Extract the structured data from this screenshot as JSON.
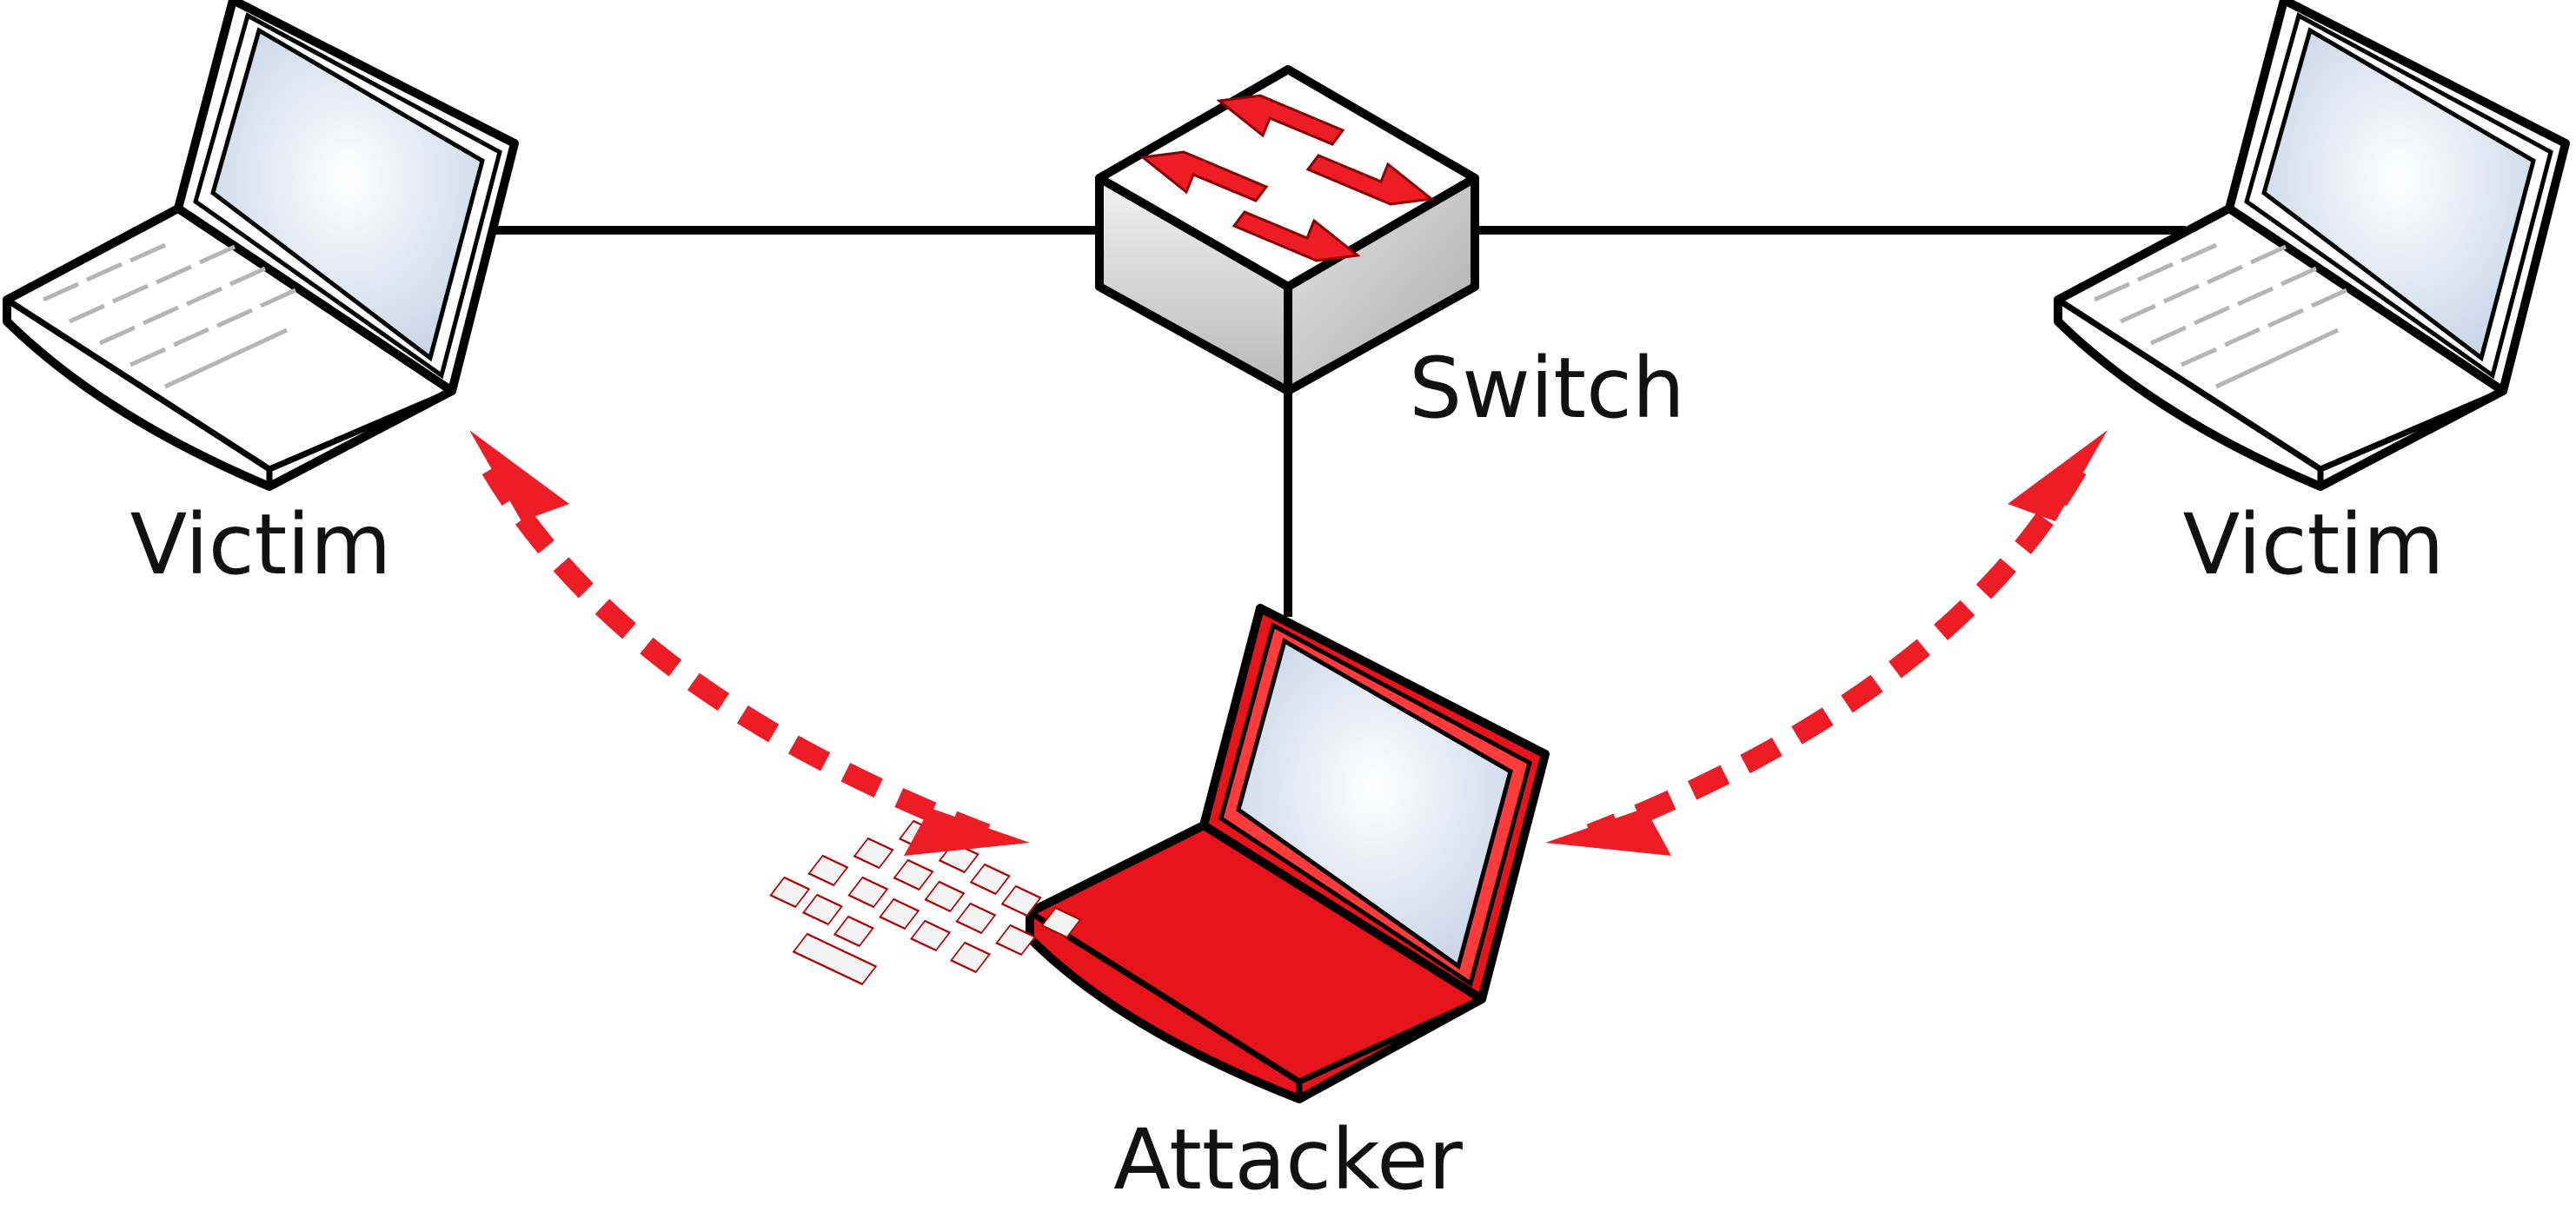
{
  "labels": {
    "victim_left": "Victim",
    "victim_right": "Victim",
    "switch": "Switch",
    "attacker": "Attacker"
  },
  "colors": {
    "attacker": "#e8141c",
    "arrow": "#ee1c24",
    "line": "#000000",
    "screen": "#e2e9f3",
    "body_white": "#ffffff",
    "switch_gray": "#d9d9d9"
  },
  "icons": {
    "victim_left": "laptop-icon",
    "victim_right": "laptop-icon",
    "switch": "network-switch-icon",
    "attacker": "laptop-icon"
  }
}
